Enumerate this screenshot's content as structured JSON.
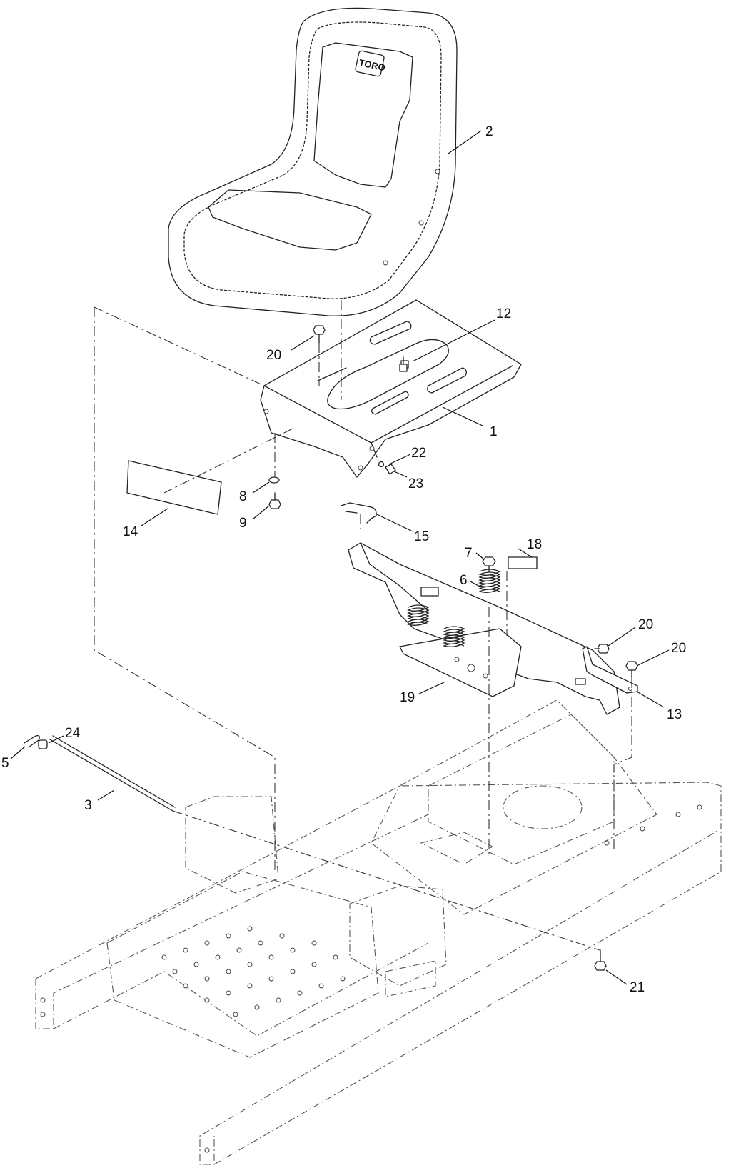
{
  "brand": {
    "logo_text": "TORO"
  },
  "callouts": [
    {
      "label": "1",
      "part": "seat-base-plate"
    },
    {
      "label": "2",
      "part": "seat"
    },
    {
      "label": "3",
      "part": "pivot-rod"
    },
    {
      "label": "5",
      "part": "hairpin-cotter"
    },
    {
      "label": "6",
      "part": "spring"
    },
    {
      "label": "7",
      "part": "bolt"
    },
    {
      "label": "8",
      "part": "washer"
    },
    {
      "label": "9",
      "part": "bolt"
    },
    {
      "label": "12",
      "part": "seat-switch-stud"
    },
    {
      "label": "13",
      "part": "bracket"
    },
    {
      "label": "14",
      "part": "decal"
    },
    {
      "label": "15",
      "part": "seat-latch"
    },
    {
      "label": "18",
      "part": "decal"
    },
    {
      "label": "19",
      "part": "suspension-mount-plate"
    },
    {
      "label": "20",
      "part": "flange-bolt"
    },
    {
      "label": "20",
      "part": "flange-bolt"
    },
    {
      "label": "20",
      "part": "flange-bolt"
    },
    {
      "label": "21",
      "part": "flange-bolt"
    },
    {
      "label": "22",
      "part": "washer"
    },
    {
      "label": "23",
      "part": "nut"
    },
    {
      "label": "24",
      "part": "spacer"
    }
  ]
}
